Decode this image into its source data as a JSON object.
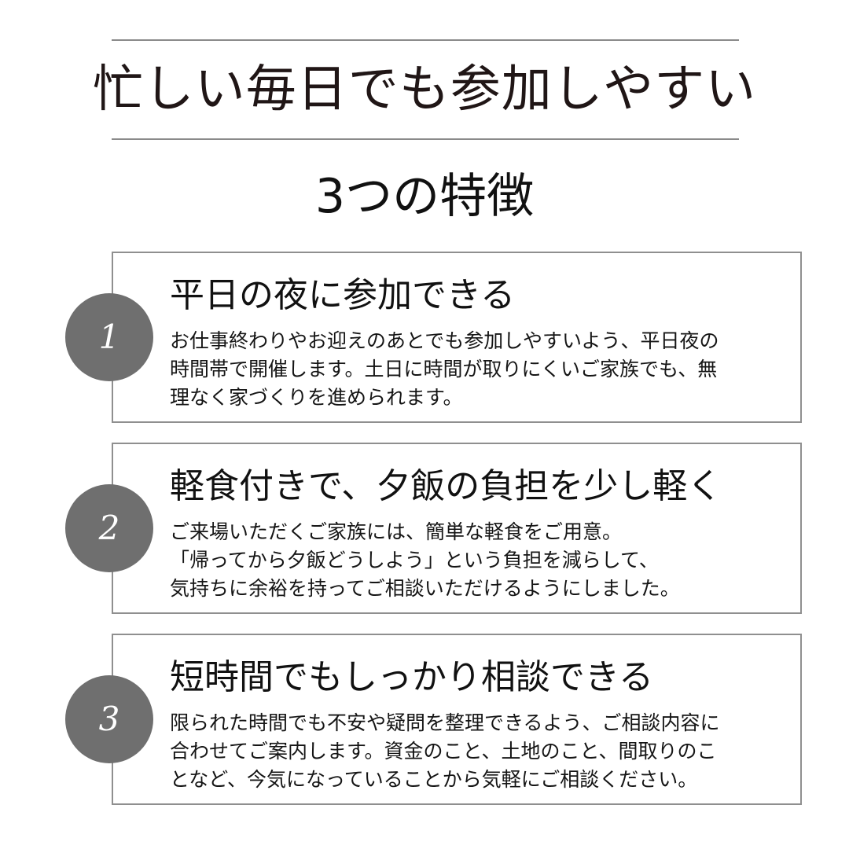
{
  "header": {
    "headline": "忙しい毎日でも参加しやすい",
    "subtitle": "3つの特徴"
  },
  "features": [
    {
      "number": "1",
      "title": "平日の夜に参加できる",
      "body_lines": [
        "お仕事終わりやお迎えのあとでも参加しやすいよう、平日夜の",
        "時間帯で開催します。土日に時間が取りにくいご家族でも、無",
        "理なく家づくりを進められます。"
      ]
    },
    {
      "number": "2",
      "title": "軽食付きで、夕飯の負担を少し軽く",
      "body_lines": [
        "ご来場いただくご家族には、簡単な軽食をご用意。",
        "「帰ってから夕飯どうしよう」という負担を減らして、",
        "気持ちに余裕を持ってご相談いただけるようにしました。"
      ]
    },
    {
      "number": "3",
      "title": "短時間でもしっかり相談できる",
      "body_lines": [
        "限られた時間でも不安や疑問を整理できるよう、ご相談内容に",
        "合わせてご案内します。資金のこと、土地のこと、間取りのこ",
        "となど、今気になっていることから気軽にご相談ください。"
      ]
    }
  ],
  "colors": {
    "badge_fill": "#6f6f6f",
    "border": "#8f8f8f",
    "text": "#111111"
  }
}
